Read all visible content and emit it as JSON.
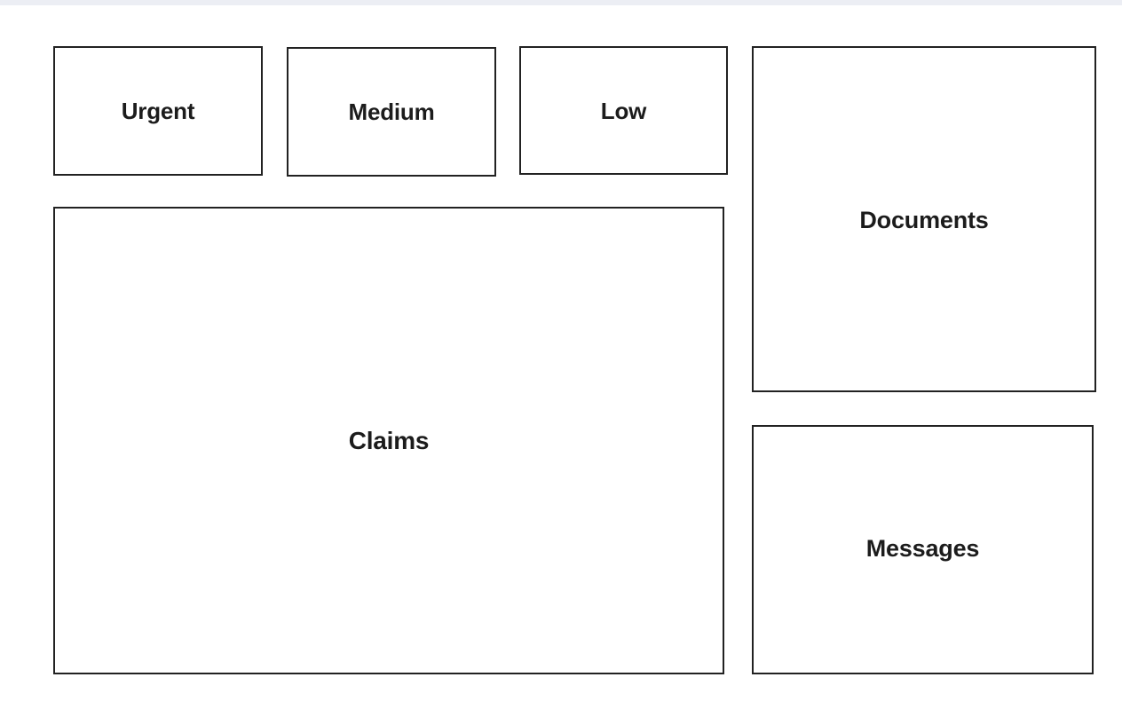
{
  "page": {
    "background_color": "#ffffff",
    "top_strip_color": "#eceef4",
    "panel_border_color": "#222222",
    "text_color": "#1c1c1c"
  },
  "priority_row": {
    "tiles": [
      {
        "label": "Urgent"
      },
      {
        "label": "Medium"
      },
      {
        "label": "Low"
      }
    ]
  },
  "main": {
    "claims_panel": {
      "label": "Claims"
    }
  },
  "right_rail": {
    "documents_panel": {
      "label": "Documents"
    },
    "messages_panel": {
      "label": "Messages"
    }
  }
}
